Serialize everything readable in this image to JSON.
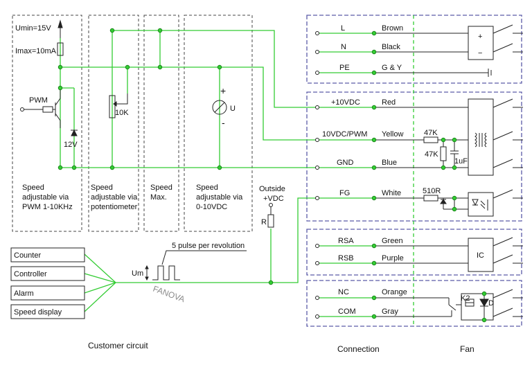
{
  "customer": {
    "umin": "Umin=15V",
    "imax": "Imax=10mA",
    "pwm": "PWM",
    "zener": "12V",
    "pot": "10K",
    "meter_plus": "+",
    "meter_minus": "-",
    "meter_u": "U",
    "panel1": [
      "Speed",
      "adjustable via",
      "PWM 1-10KHz"
    ],
    "panel2": [
      "Speed",
      "adjustable via",
      "potentiometer"
    ],
    "panel3": [
      "Speed",
      "Max."
    ],
    "panel4": [
      "Speed",
      "adjustable via",
      "0-10VDC"
    ],
    "outside": [
      "Outside",
      "+VDC"
    ],
    "resistor": "R",
    "pulse_note": "5 pulse per revolution",
    "um": "Um",
    "devices": [
      "Counter",
      "Controller",
      "Alarm",
      "Speed display"
    ],
    "caption": "Customer circuit"
  },
  "connection": {
    "caption": "Connection",
    "rows": [
      {
        "signal": "L",
        "color": "Brown"
      },
      {
        "signal": "N",
        "color": "Black"
      },
      {
        "signal": "PE",
        "color": "G & Y"
      },
      {
        "signal": "+10VDC",
        "color": "Red"
      },
      {
        "signal": "10VDC/PWM",
        "color": "Yellow"
      },
      {
        "signal": "GND",
        "color": "Blue"
      },
      {
        "signal": "FG",
        "color": "White"
      },
      {
        "signal": "RSA",
        "color": "Green"
      },
      {
        "signal": "RSB",
        "color": "Purple"
      },
      {
        "signal": "NC",
        "color": "Orange"
      },
      {
        "signal": "COM",
        "color": "Gray"
      }
    ]
  },
  "fan": {
    "caption": "Fan",
    "r47k_1": "47K",
    "r47k_2": "47K",
    "cap": "1uF",
    "r510": "510R",
    "ic": "IC",
    "relay": "K2",
    "diode": "D",
    "plus": "+",
    "minus": "−"
  },
  "watermark": "FANOVA",
  "colors": {
    "wire_green": "#33cc33",
    "box_blue": "#5a5aa8",
    "dash_gray": "#444444",
    "text": "#111111"
  }
}
